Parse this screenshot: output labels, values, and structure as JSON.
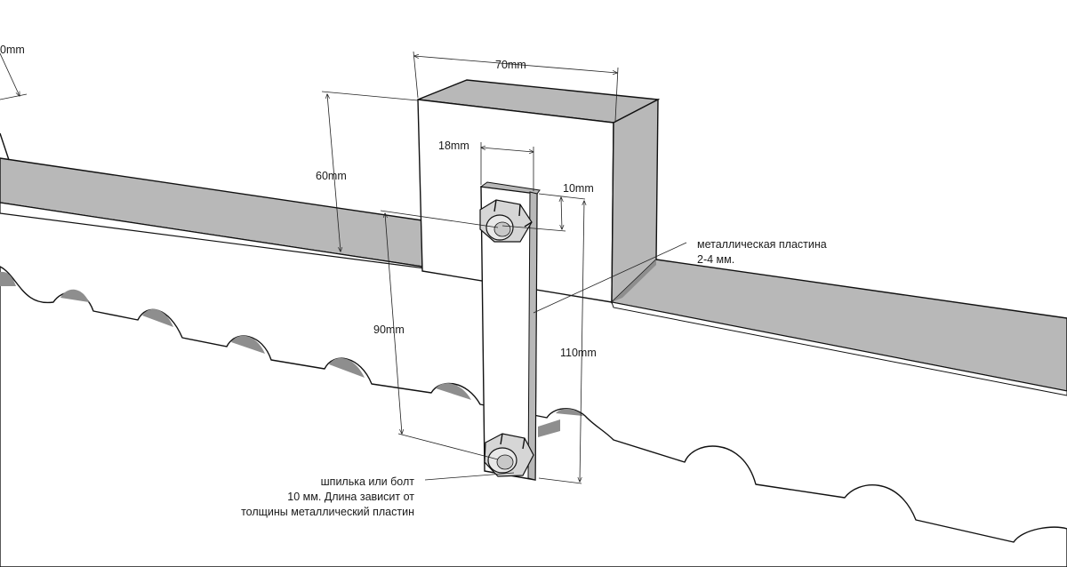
{
  "diagram": {
    "dimensions": {
      "top_left_partial": "0mm",
      "width_top": "70mm",
      "plate_width": "18mm",
      "bolt_offset": "10mm",
      "block_height": "60mm",
      "bolt_spacing": "90mm",
      "plate_length": "110mm"
    },
    "annotations": {
      "plate_line1": "металлическая пластина",
      "plate_line2": "2-4 мм.",
      "bolt_line1": "шпилька или болт",
      "bolt_line2": "10 мм. Длина зависит от",
      "bolt_line3": "толщины металлический пластин"
    },
    "colors": {
      "face_gray": "#b8b8b8",
      "light_gray": "#d6d6d6",
      "dark_gray": "#8e8e8e",
      "white": "#ffffff",
      "line": "#111111"
    }
  }
}
